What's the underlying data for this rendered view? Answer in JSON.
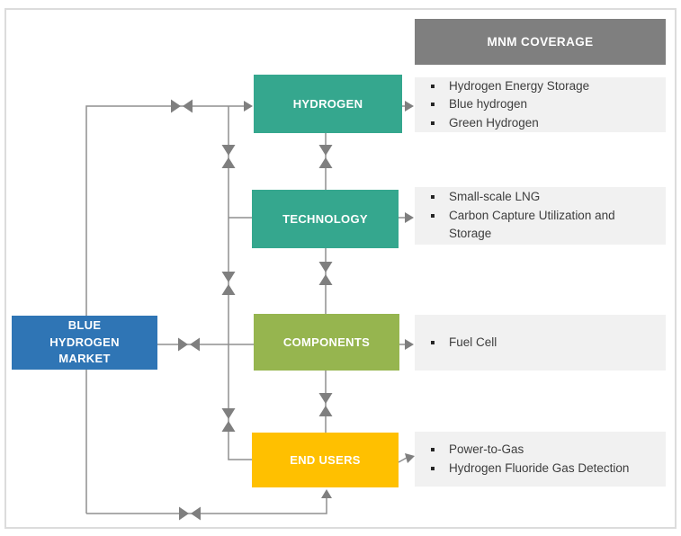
{
  "title_box": {
    "label": "BLUE HYDROGEN MARKET"
  },
  "coverage": {
    "header": "MNM COVERAGE"
  },
  "nodes": {
    "hydrogen": {
      "label": "HYDROGEN",
      "items": [
        "Hydrogen Energy Storage",
        "Blue hydrogen",
        "Green Hydrogen"
      ]
    },
    "technology": {
      "label": "TECHNOLOGY",
      "items": [
        "Small-scale LNG",
        "Carbon Capture Utilization and Storage"
      ]
    },
    "components": {
      "label": "COMPONENTS",
      "items": [
        "Fuel Cell"
      ]
    },
    "end_users": {
      "label": "END USERS",
      "items": [
        "Power-to-Gas",
        "Hydrogen Fluoride Gas Detection"
      ]
    }
  },
  "colors": {
    "teal": "#35A78E",
    "olive_green": "#96B54F",
    "yellow": "#FFC000",
    "blue": "#2F75B5",
    "header_gray": "#7F7F7F",
    "list_background": "#F1F1F1",
    "connector_gray": "#8F8F8F",
    "arrow_gray": "#7F7F7F"
  }
}
